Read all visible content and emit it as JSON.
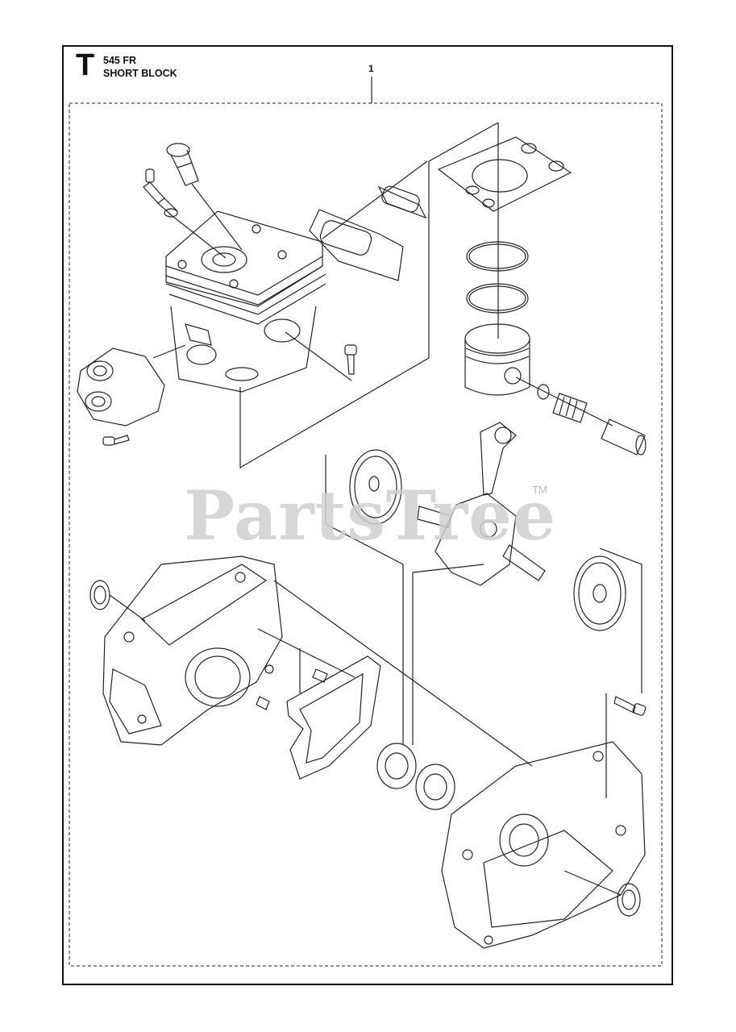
{
  "header": {
    "section_letter": "T",
    "model": "545 FR",
    "title": "SHORT BLOCK"
  },
  "callouts": [
    "1"
  ],
  "watermark": {
    "text": "PartsTree",
    "trademark": "TM"
  },
  "colors": {
    "line": "#222222",
    "watermark": "#cfcfcf"
  }
}
